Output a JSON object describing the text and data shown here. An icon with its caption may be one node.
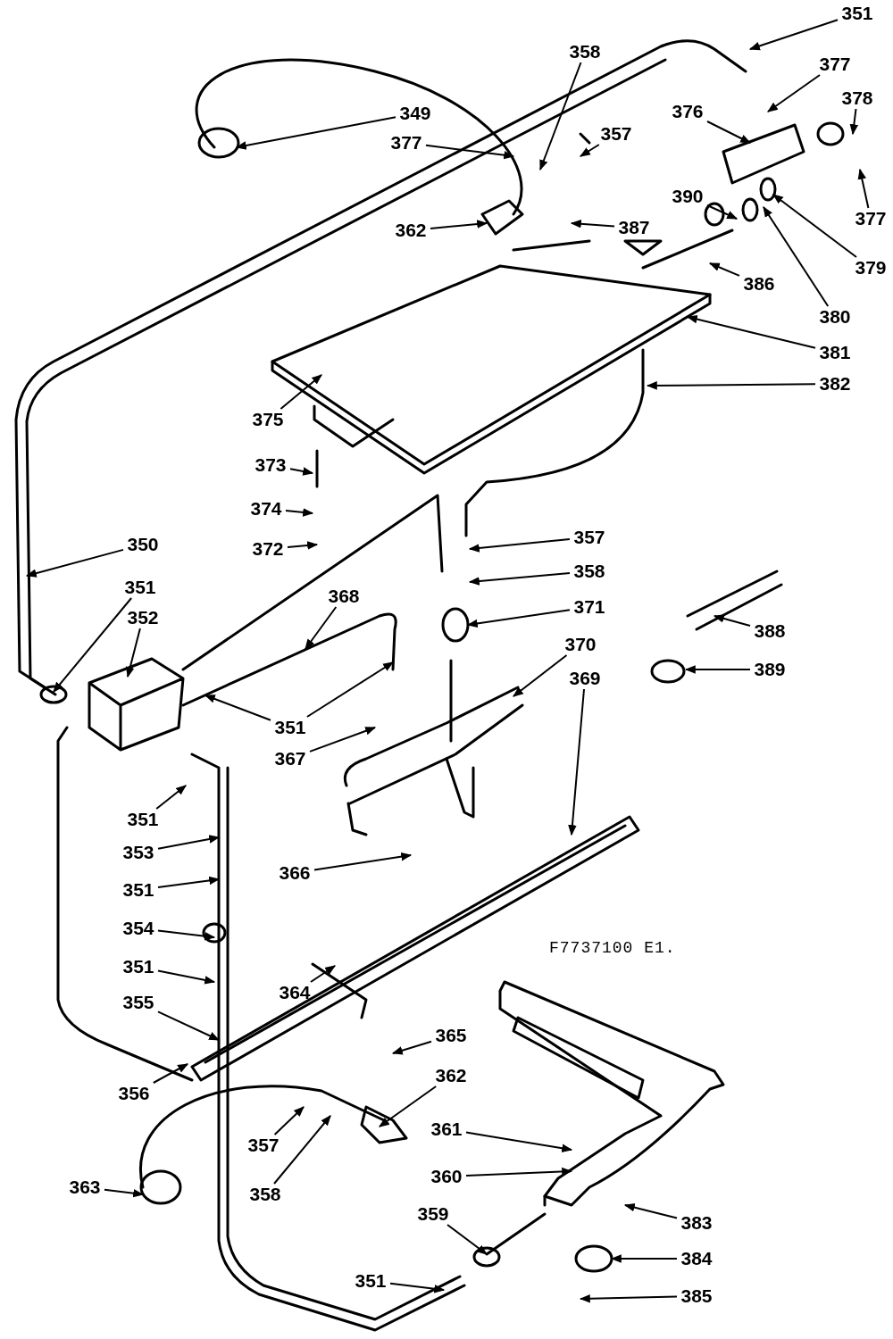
{
  "diagram": {
    "nodes": [
      {
        "text": [
          "351"
        ]
      },
      {
        "text": [
          "358"
        ]
      },
      {
        "text": [
          "377"
        ]
      },
      {
        "text": [
          "378"
        ]
      },
      {
        "text": [
          "376"
        ]
      },
      {
        "text": [
          "349"
        ]
      },
      {
        "text": [
          "377"
        ]
      },
      {
        "text": [
          "357"
        ]
      },
      {
        "text": [
          "387"
        ]
      },
      {
        "text": [
          "390"
        ]
      },
      {
        "text": [
          "362"
        ]
      },
      {
        "text": [
          "377"
        ]
      },
      {
        "text": [
          "379"
        ]
      },
      {
        "text": [
          "386"
        ]
      },
      {
        "text": [
          "380"
        ]
      },
      {
        "text": [
          "381"
        ]
      },
      {
        "text": [
          "382"
        ]
      },
      {
        "text": [
          "375"
        ]
      },
      {
        "text": [
          "373"
        ]
      },
      {
        "text": [
          "374"
        ]
      },
      {
        "text": [
          "357"
        ]
      },
      {
        "text": [
          "350"
        ]
      },
      {
        "text": [
          "372"
        ]
      },
      {
        "text": [
          "358"
        ]
      },
      {
        "text": [
          "351"
        ]
      },
      {
        "text": [
          "352"
        ]
      },
      {
        "text": [
          "371"
        ]
      },
      {
        "text": [
          "388"
        ]
      },
      {
        "text": [
          "370"
        ]
      },
      {
        "text": [
          "368"
        ]
      },
      {
        "text": [
          "389"
        ]
      },
      {
        "text": [
          "369"
        ]
      },
      {
        "text": [
          "351"
        ]
      },
      {
        "text": [
          "367"
        ]
      },
      {
        "text": [
          "351"
        ]
      },
      {
        "text": [
          "353"
        ]
      },
      {
        "text": [
          "366"
        ]
      },
      {
        "text": [
          "351"
        ]
      },
      {
        "text": [
          "354"
        ]
      },
      {
        "text": [
          "351"
        ]
      },
      {
        "text": [
          "364"
        ]
      },
      {
        "text": [
          "355"
        ]
      },
      {
        "text": [
          "365"
        ]
      },
      {
        "text": [
          "356"
        ]
      },
      {
        "text": [
          "362"
        ]
      },
      {
        "text": [
          "361"
        ]
      },
      {
        "text": [
          "357"
        ]
      },
      {
        "text": [
          "360"
        ]
      },
      {
        "text": [
          "358"
        ]
      },
      {
        "text": [
          "363"
        ]
      },
      {
        "text": [
          "359"
        ]
      },
      {
        "text": [
          "383"
        ]
      },
      {
        "text": [
          "384"
        ]
      },
      {
        "text": [
          "351"
        ]
      },
      {
        "text": [
          "385"
        ]
      }
    ],
    "edges": [
      {
        "from": 0,
        "to": null,
        "arrow": "to"
      },
      {
        "from": 1,
        "to": null,
        "arrow": "to"
      },
      {
        "from": 2,
        "to": null,
        "arrow": "to"
      },
      {
        "from": 3,
        "to": null,
        "arrow": "to"
      },
      {
        "from": 4,
        "to": null,
        "arrow": "to"
      },
      {
        "from": 5,
        "to": null,
        "arrow": "to"
      },
      {
        "from": 6,
        "to": null,
        "arrow": "to"
      },
      {
        "from": 7,
        "to": null,
        "arrow": "to"
      },
      {
        "from": 8,
        "to": null,
        "arrow": "to"
      },
      {
        "from": 9,
        "to": null,
        "arrow": "to"
      },
      {
        "from": 10,
        "to": null,
        "arrow": "to"
      },
      {
        "from": 11,
        "to": null,
        "arrow": "to"
      },
      {
        "from": 12,
        "to": null,
        "arrow": "to"
      },
      {
        "from": 13,
        "to": null,
        "arrow": "to"
      },
      {
        "from": 14,
        "to": null,
        "arrow": "to"
      },
      {
        "from": 15,
        "to": null,
        "arrow": "to"
      },
      {
        "from": 16,
        "to": null,
        "arrow": "to"
      },
      {
        "from": 17,
        "to": null,
        "arrow": "to"
      },
      {
        "from": 18,
        "to": null,
        "arrow": "to"
      },
      {
        "from": 19,
        "to": null,
        "arrow": "to"
      },
      {
        "from": 20,
        "to": null,
        "arrow": "to"
      },
      {
        "from": 21,
        "to": null,
        "arrow": "to"
      },
      {
        "from": 22,
        "to": null,
        "arrow": "to"
      },
      {
        "from": 23,
        "to": null,
        "arrow": "to"
      },
      {
        "from": 24,
        "to": null,
        "arrow": "to"
      },
      {
        "from": 25,
        "to": null,
        "arrow": "to"
      },
      {
        "from": 26,
        "to": null,
        "arrow": "to"
      },
      {
        "from": 27,
        "to": null,
        "arrow": "to"
      },
      {
        "from": 28,
        "to": null,
        "arrow": "to"
      },
      {
        "from": 29,
        "to": null,
        "arrow": "to"
      },
      {
        "from": 30,
        "to": null,
        "arrow": "to"
      },
      {
        "from": 31,
        "to": null,
        "arrow": "to"
      },
      {
        "from": 32,
        "to": null,
        "arrow": "to"
      },
      {
        "from": 32,
        "to": null,
        "arrow": "to"
      },
      {
        "from": 33,
        "to": null,
        "arrow": "to"
      },
      {
        "from": 34,
        "to": null,
        "arrow": "to"
      },
      {
        "from": 35,
        "to": null,
        "arrow": "to"
      },
      {
        "from": 36,
        "to": null,
        "arrow": "to"
      },
      {
        "from": 37,
        "to": null,
        "arrow": "to"
      },
      {
        "from": 38,
        "to": null,
        "arrow": "to"
      },
      {
        "from": 39,
        "to": null,
        "arrow": "to"
      },
      {
        "from": 40,
        "to": null,
        "arrow": "to"
      },
      {
        "from": 41,
        "to": null,
        "arrow": "to"
      },
      {
        "from": 42,
        "to": null,
        "arrow": "to"
      },
      {
        "from": 43,
        "to": null,
        "arrow": "to"
      },
      {
        "from": 44,
        "to": null,
        "arrow": "to"
      },
      {
        "from": 45,
        "to": null,
        "arrow": "to"
      },
      {
        "from": 46,
        "to": null,
        "arrow": "to"
      },
      {
        "from": 47,
        "to": null,
        "arrow": "to"
      },
      {
        "from": 48,
        "to": null,
        "arrow": "to"
      },
      {
        "from": 49,
        "to": null,
        "arrow": "to"
      },
      {
        "from": 50,
        "to": null,
        "arrow": "to"
      },
      {
        "from": 51,
        "to": null,
        "arrow": "to"
      },
      {
        "from": 52,
        "to": null,
        "arrow": "to"
      },
      {
        "from": 53,
        "to": null,
        "arrow": "to"
      },
      {
        "from": 54,
        "to": null,
        "arrow": "to"
      }
    ],
    "labels": [
      "F7737100 E1."
    ]
  }
}
